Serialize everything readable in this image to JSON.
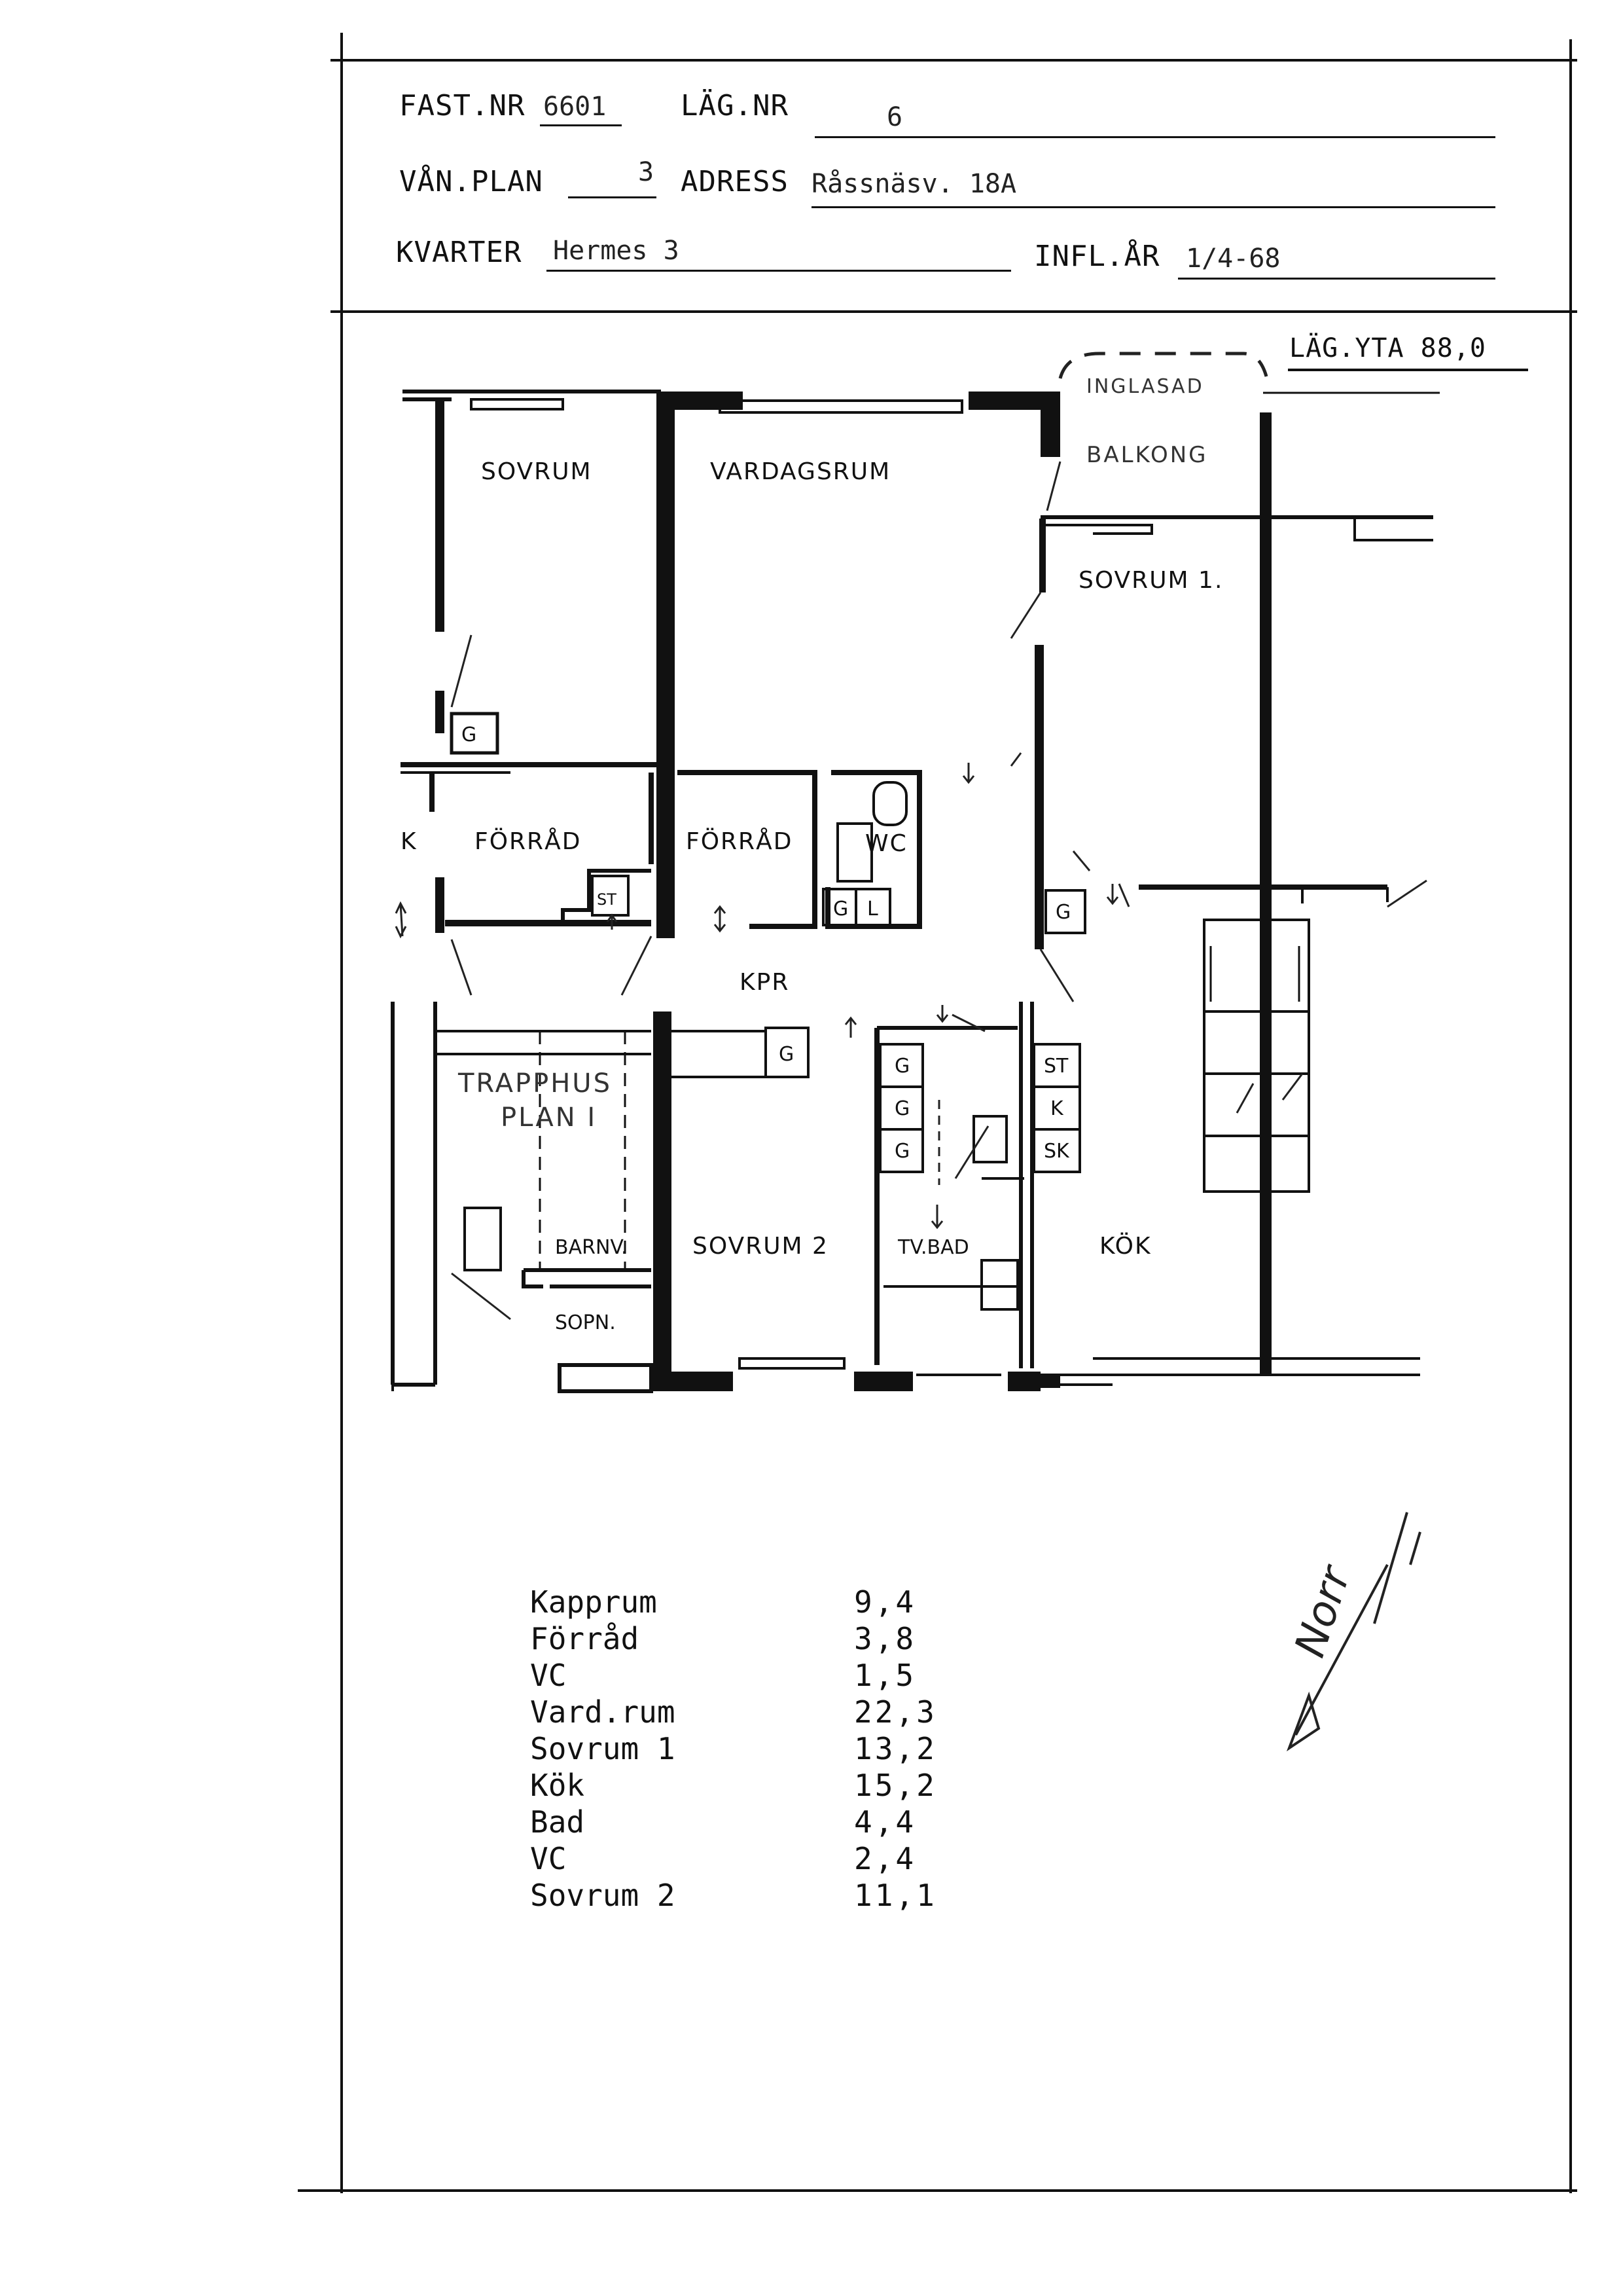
{
  "header": {
    "fast_nr_label": "FAST.NR",
    "fast_nr_value": "6601",
    "lag_nr_label": "LÄG.NR",
    "lag_nr_value": "6",
    "van_plan_label": "VÅN.PLAN",
    "van_plan_value": "3",
    "adress_label": "ADRESS",
    "adress_value": "Råssnäsv. 18A",
    "kvarter_label": "KVARTER",
    "kvarter_value": "Hermes 3",
    "infl_ar_label": "INFL.ÅR",
    "infl_ar_value": "1/4-68"
  },
  "plan": {
    "lag_yta": "LÄG.YTA 88,0",
    "rooms": {
      "sovrum": "SOVRUM",
      "vardagsrum": "VARDAGSRUM",
      "sovrum1": "SOVRUM 1.",
      "forrad_left": "FÖRRÅD",
      "forrad_right": "FÖRRÅD",
      "k": "K",
      "wc": "WC",
      "kpr": "KPR",
      "trapphus": "TRAPPHUS",
      "plan_i": "PLAN I",
      "barnv": "BARNV.",
      "sopn": "SOPN.",
      "sovrum2": "SOVRUM 2",
      "tvbad": "TV.BAD",
      "kok": "KÖK",
      "inglasad": "INGLASAD",
      "balkong": "BALKONG"
    },
    "boxes": {
      "g": "G",
      "st": "ST",
      "l": "L",
      "k": "K",
      "sk": "SK"
    }
  },
  "areas": [
    {
      "name": "Kapprum",
      "value": "9,4"
    },
    {
      "name": "Förråd",
      "value": "3,8"
    },
    {
      "name": "VC",
      "value": "1,5"
    },
    {
      "name": "Vard.rum",
      "value": "22,3"
    },
    {
      "name": "Sovrum 1",
      "value": "13,2"
    },
    {
      "name": "Kök",
      "value": "15,2"
    },
    {
      "name": "Bad",
      "value": "4,4"
    },
    {
      "name": "VC",
      "value": "2,4"
    },
    {
      "name": "Sovrum 2",
      "value": "11,1"
    }
  ],
  "north": {
    "label": "Norr"
  }
}
